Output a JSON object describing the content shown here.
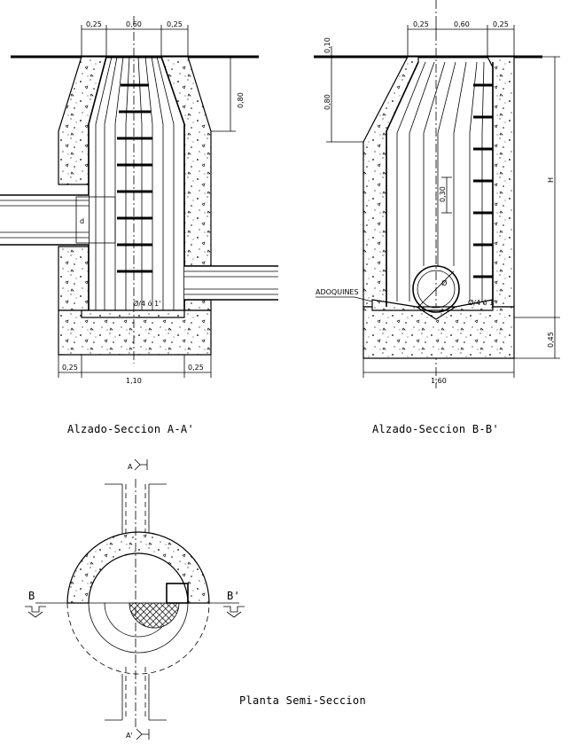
{
  "section_aa": {
    "title": "Alzado-Seccion A-A'",
    "dim_top": [
      "0,25",
      "0,60",
      "0,25"
    ],
    "dim_bottom": [
      "0,25",
      "1,10",
      "0,25"
    ],
    "dim_cone": "0,80",
    "bench_label": "Ø/4 ó 1'"
  },
  "section_bb": {
    "title": "Alzado-Seccion B-B'",
    "dim_top": [
      "0,25",
      "0,60",
      "0,25"
    ],
    "dim_left_top": "0,10",
    "dim_left_cone": "0,80",
    "dim_step": "0,30",
    "dim_height": "H",
    "dim_base": "0,45",
    "dim_bottom": "1,60",
    "adoquines_label": "ADOQUINES",
    "pipe_label": "Ø",
    "bench_label": "Ø/4 ó 1'"
  },
  "plan": {
    "title": "Planta Semi-Seccion",
    "cut_a_top": "A",
    "cut_a_bottom": "A'",
    "cut_b_left": "B",
    "cut_b_right": "B'"
  }
}
